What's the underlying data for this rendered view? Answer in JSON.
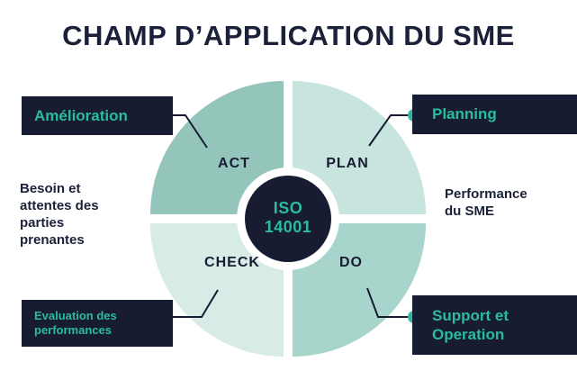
{
  "title": "CHAMP D’APPLICATION DU SME",
  "colors": {
    "navy": "#171c33",
    "teal_accent": "#2abc9c",
    "quadrant_act": "#94c5bb",
    "quadrant_plan": "#c7e4df",
    "quadrant_check": "#d7ebe7",
    "quadrant_do": "#a8d5cb",
    "background": "#ffffff"
  },
  "cycle": {
    "center": {
      "line1": "ISO",
      "line2": "14001"
    },
    "quadrants": [
      {
        "label": "ACT"
      },
      {
        "label": "PLAN"
      },
      {
        "label": "CHECK"
      },
      {
        "label": "DO"
      }
    ]
  },
  "boxes": {
    "amelioration": {
      "label": "Amélioration"
    },
    "planning": {
      "label": "Planning"
    },
    "evaluation": {
      "line1": "Evaluation des",
      "line2": "performances"
    },
    "support": {
      "line1": "Support et",
      "line2": "Operation"
    }
  },
  "side_notes": {
    "left": {
      "lines": [
        "Besoin et",
        "attentes des",
        "parties",
        "prenantes"
      ]
    },
    "right": {
      "lines": [
        "Performance",
        "du SME"
      ]
    }
  }
}
